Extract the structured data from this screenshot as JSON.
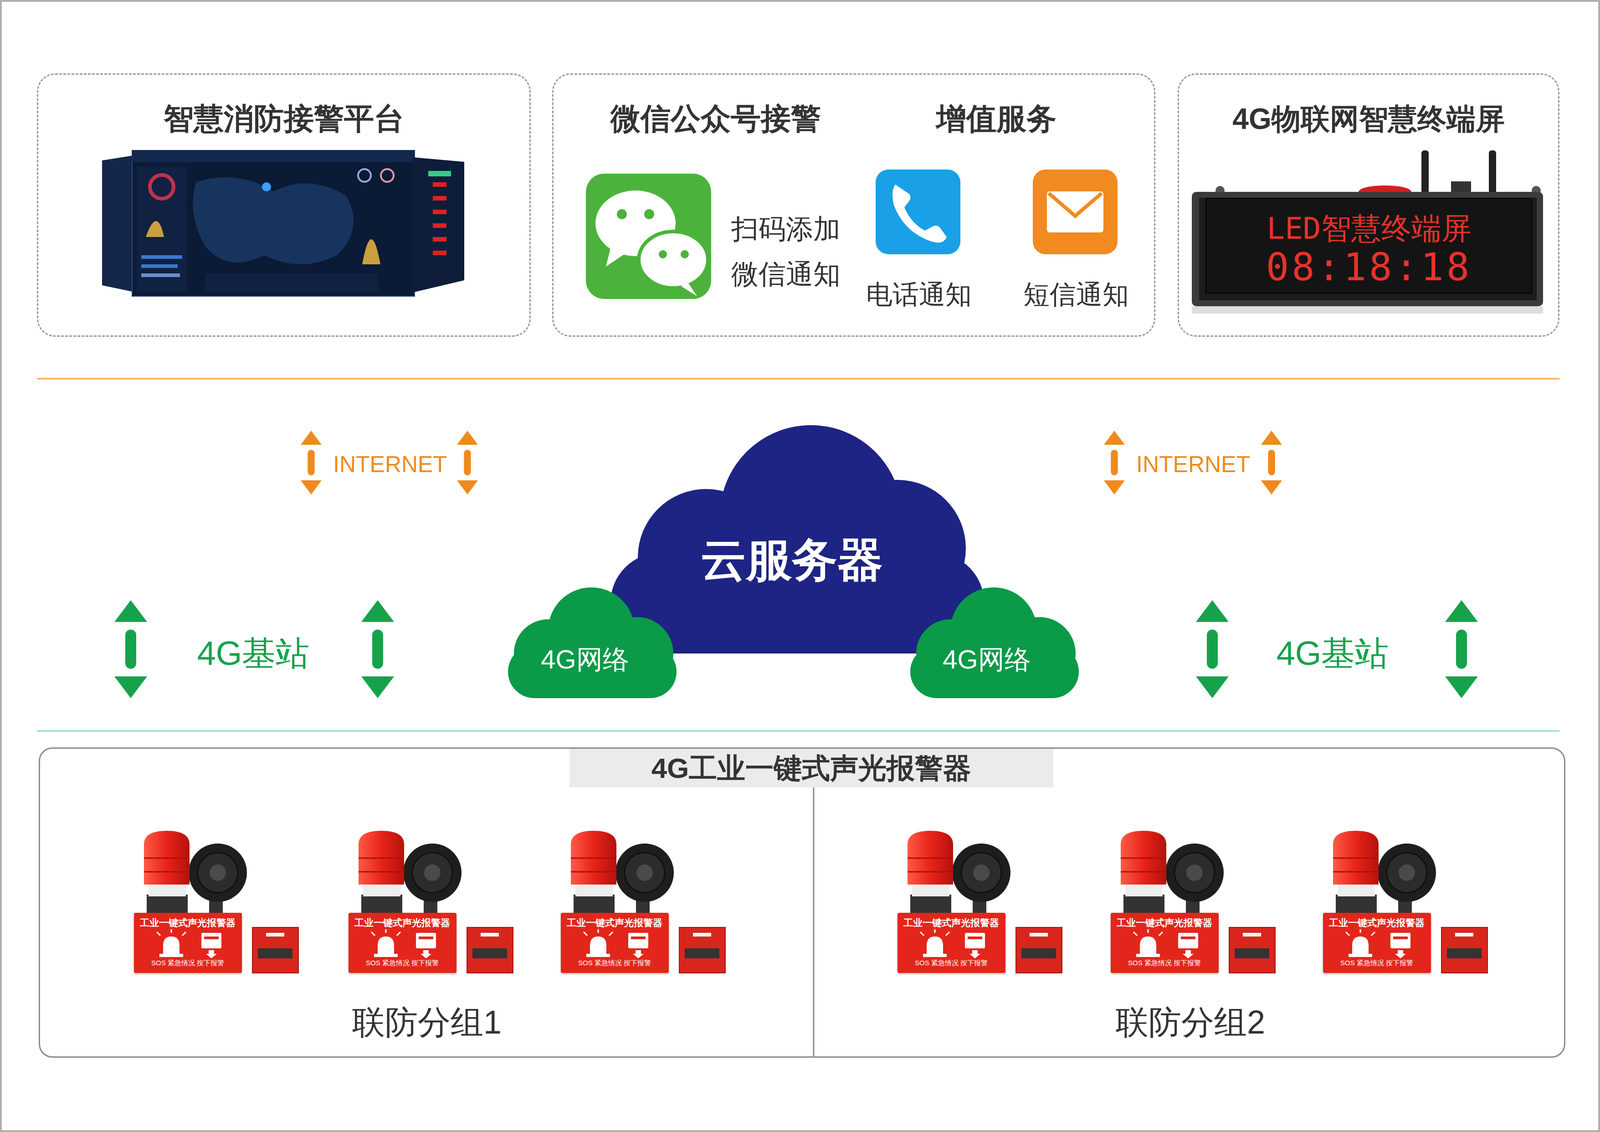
{
  "diagram": {
    "nodes": [
      {
        "text": [
          "智慧消防接警平台"
        ]
      },
      {
        "text": [
          "微信公众号接警",
          "增值服务",
          "扫码添加 微信通知",
          "电话通知",
          "短信通知"
        ]
      },
      {
        "text": [
          "4G物联网智慧终端屏"
        ]
      },
      {
        "text": [
          "LED智慧终端屏",
          "08:18:18"
        ],
        "in": 2
      },
      {
        "text": [
          "云服务器"
        ]
      },
      {
        "text": [
          "4G网络"
        ]
      },
      {
        "text": [
          "4G网络"
        ]
      },
      {
        "text": [
          "4G工业一键式声光报警器"
        ]
      },
      {
        "text": [
          "联防分组1"
        ],
        "in": 7
      },
      {
        "text": [
          "联防分组2"
        ],
        "in": 7
      },
      {
        "text": [
          "工业一键式声光报警器",
          "SOS 紧急情况 按下报警"
        ],
        "in": 8
      },
      {
        "text": [
          "工业一键式声光报警器",
          "SOS 紧急情况 按下报警"
        ],
        "in": 8
      },
      {
        "text": [
          "工业一键式声光报警器",
          "SOS 紧急情况 按下报警"
        ],
        "in": 8
      },
      {
        "text": [
          "工业一键式声光报警器",
          "SOS 紧急情况 按下报警"
        ],
        "in": 9
      },
      {
        "text": [
          "工业一键式声光报警器",
          "SOS 紧急情况 按下报警"
        ],
        "in": 9
      },
      {
        "text": [
          "工业一键式声光报警器",
          "SOS 紧急情况 按下报警"
        ],
        "in": 9
      }
    ],
    "labels": [
      "INTERNET",
      "INTERNET",
      "4G基站",
      "4G基站"
    ]
  }
}
